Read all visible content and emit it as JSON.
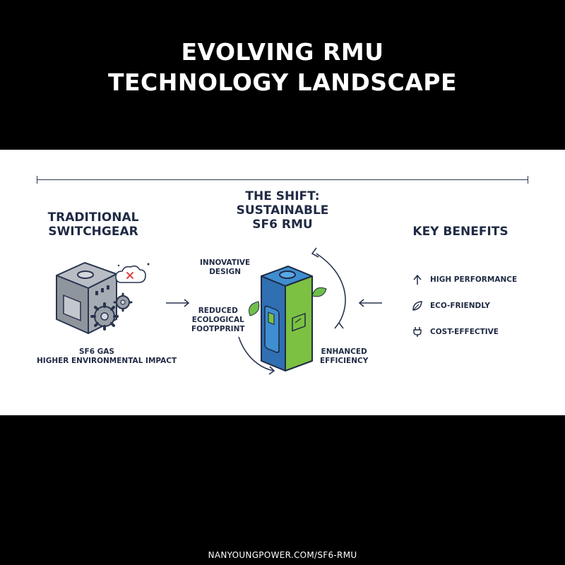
{
  "title": {
    "line1": "EVOLVING RMU",
    "line2": "TECHNOLOGY LANDSCAPE"
  },
  "traditional": {
    "heading_line1": "TRADITIONAL",
    "heading_line2": "SWITCHGEAR",
    "caption_line1": "SF6 GAS",
    "caption_line2": "HIGHER ENVIRONMENTAL IMPACT"
  },
  "shift": {
    "heading_line1": "THE SHIFT:",
    "heading_line2": "SUSTAINABLE",
    "heading_line3": "SF6 RMU",
    "labels": {
      "innovative_line1": "INNOVATIVE",
      "innovative_line2": "DESIGN",
      "reduced_line1": "REDUCED",
      "reduced_line2": "ECOLOGICAL",
      "reduced_line3": "FOOTPPRINT",
      "enhanced_line1": "ENHANCED",
      "enhanced_line2": "EFFICIENCY"
    }
  },
  "benefits": {
    "heading": "KEY BENEFITS",
    "items": [
      {
        "label": "HIGH PERFORMANCE",
        "icon": "arrow-up-icon"
      },
      {
        "label": "ECO-FRIENDLY",
        "icon": "leaf-icon"
      },
      {
        "label": "COST-EFFECTIVE",
        "icon": "plug-icon"
      }
    ]
  },
  "footer": {
    "url": "NANYOUNGPOWER.COM/SF6-RMU"
  },
  "colors": {
    "background": "#000000",
    "panel": "#ffffff",
    "ink": "#1f2a44",
    "rmu_blue": "#2f6fb2",
    "rmu_green": "#7cc142",
    "leaf_green": "#6fbf4a",
    "warning_red": "#e04646",
    "gray_box": "#9aa0a8"
  }
}
